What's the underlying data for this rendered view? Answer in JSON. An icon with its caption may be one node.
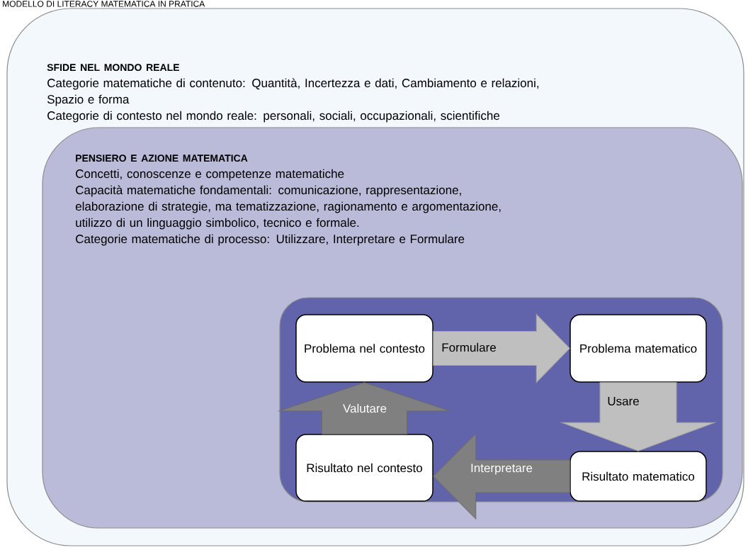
{
  "diagram": {
    "title": "MODELLO DI LITERACY MATEMATICA IN PRATICA",
    "nodes": [
      {
        "text": [
          "SFIDE NEL MONDO REALE",
          "Categorie matematiche di contenuto: Quantità, Incertezza e dati, Cambiamento e relazioni, Spazio e forma",
          "Categorie di contesto nel mondo reale:  personali, sociali, occupazionali, scientifiche"
        ]
      },
      {
        "text": [
          "PENSIERO E AZIONE MATEMATICA",
          "Concetti, conoscenze e competenze matematiche",
          "Capacità matematiche fondamentali: comunicazione, rappresentazione, elaborazione di strategie, ma tematizzazione, ragionamento e argomentazione, utilizzo di un linguaggio simbolico, tecnico e formale.",
          "Categorie matematiche di processo: Utilizzare, Interpretare e Formulare"
        ],
        "in": 0
      },
      {
        "text": [],
        "shape": "box",
        "in": 1
      },
      {
        "text": [
          "Problema nel contesto"
        ],
        "in": 2
      },
      {
        "text": [
          "Problema matematico"
        ],
        "in": 2
      },
      {
        "text": [
          "Risultato nel contesto"
        ],
        "in": 2
      },
      {
        "text": [
          "Risultato matematico"
        ],
        "in": 2
      }
    ],
    "edges": [
      {
        "from": 3,
        "to": 4,
        "arrow": "to",
        "label": "Formulare",
        "style": "thick"
      },
      {
        "from": 4,
        "to": 6,
        "arrow": "to",
        "label": "Usare",
        "style": "thick"
      },
      {
        "from": 6,
        "to": 5,
        "arrow": "to",
        "label": "Interpretare",
        "style": "thick",
        "color": "#808080"
      },
      {
        "from": 5,
        "to": 3,
        "arrow": "to",
        "label": "Valutare",
        "style": "thick",
        "color": "#808080"
      }
    ]
  }
}
